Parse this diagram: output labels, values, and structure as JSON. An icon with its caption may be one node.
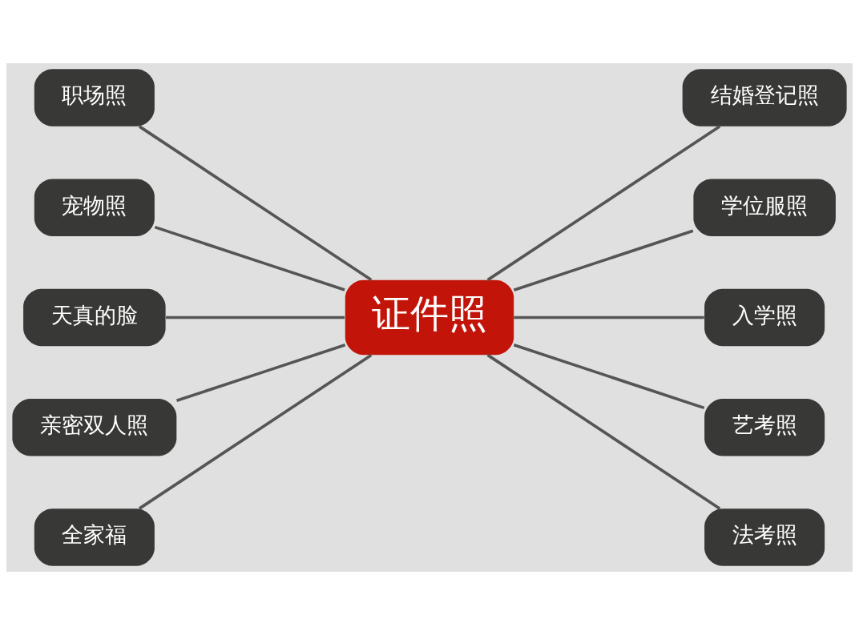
{
  "diagram": {
    "nodes": [
      {
        "text": [
          "证件照"
        ]
      },
      {
        "text": [
          "职场照"
        ]
      },
      {
        "text": [
          "宠物照"
        ]
      },
      {
        "text": [
          "天真的脸"
        ]
      },
      {
        "text": [
          "亲密双人照"
        ]
      },
      {
        "text": [
          "全家福"
        ]
      },
      {
        "text": [
          "结婚登记照"
        ]
      },
      {
        "text": [
          "学位服照"
        ]
      },
      {
        "text": [
          "入学照"
        ]
      },
      {
        "text": [
          "艺考照"
        ]
      },
      {
        "text": [
          "法考照"
        ]
      }
    ],
    "edges": [
      {
        "from": 1,
        "to": 0,
        "arrow": "none"
      },
      {
        "from": 2,
        "to": 0,
        "arrow": "none"
      },
      {
        "from": 3,
        "to": 0,
        "arrow": "none"
      },
      {
        "from": 4,
        "to": 0,
        "arrow": "none"
      },
      {
        "from": 5,
        "to": 0,
        "arrow": "none"
      },
      {
        "from": 0,
        "to": 6,
        "arrow": "none"
      },
      {
        "from": 0,
        "to": 7,
        "arrow": "none"
      },
      {
        "from": 0,
        "to": 8,
        "arrow": "none"
      },
      {
        "from": 0,
        "to": 9,
        "arrow": "none"
      },
      {
        "from": 0,
        "to": 10,
        "arrow": "none"
      }
    ]
  }
}
